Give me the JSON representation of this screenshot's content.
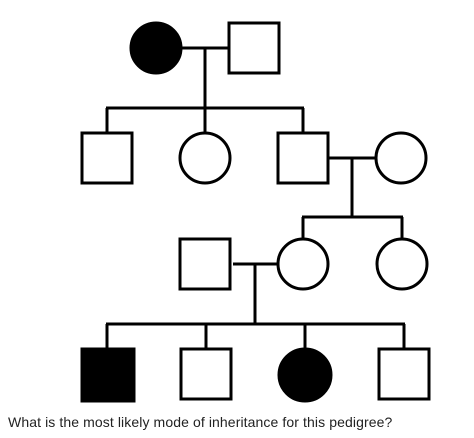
{
  "question": "What is the most likely mode of inheritance for this pedigree?",
  "pedigree": {
    "individuals": [
      {
        "id": "gen1-female",
        "generation": 1,
        "sex": "female",
        "affected": true
      },
      {
        "id": "gen1-male",
        "generation": 1,
        "sex": "male",
        "affected": false
      },
      {
        "id": "gen2-male-1",
        "generation": 2,
        "sex": "male",
        "affected": false
      },
      {
        "id": "gen2-female-1",
        "generation": 2,
        "sex": "female",
        "affected": false
      },
      {
        "id": "gen2-male-2",
        "generation": 2,
        "sex": "male",
        "affected": false
      },
      {
        "id": "gen2-female-spouse",
        "generation": 2,
        "sex": "female",
        "affected": false
      },
      {
        "id": "gen3-male-spouse",
        "generation": 3,
        "sex": "male",
        "affected": false
      },
      {
        "id": "gen3-female-1",
        "generation": 3,
        "sex": "female",
        "affected": false
      },
      {
        "id": "gen3-female-2",
        "generation": 3,
        "sex": "female",
        "affected": false
      },
      {
        "id": "gen4-male-1",
        "generation": 4,
        "sex": "male",
        "affected": true
      },
      {
        "id": "gen4-male-2",
        "generation": 4,
        "sex": "male",
        "affected": false
      },
      {
        "id": "gen4-female-1",
        "generation": 4,
        "sex": "female",
        "affected": true
      },
      {
        "id": "gen4-male-3",
        "generation": 4,
        "sex": "male",
        "affected": false
      }
    ],
    "colors": {
      "affected": "#000000",
      "unaffected": "#ffffff",
      "stroke": "#000000"
    }
  }
}
